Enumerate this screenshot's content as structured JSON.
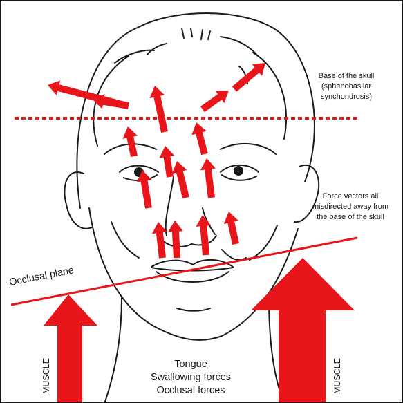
{
  "labels": {
    "skull_base": [
      "Base of the skull",
      "(sphenobasilar",
      "synchondrosis)"
    ],
    "force_vectors": [
      "Force vectors all",
      "misdirected away from",
      "the base of the skull"
    ],
    "occlusal_plane": "Occlusal plane",
    "forces": [
      "Tongue",
      "Swallowing forces",
      "Occlusal forces"
    ],
    "muscle_left": "MUSCLE",
    "muscle_right": "MUSCLE"
  },
  "colors": {
    "arrow": "#e8151b",
    "line_art": "#1a1a1a",
    "background": "#ffffff"
  },
  "icons": {
    "face": "face-line-drawing",
    "arrows": "red-force-arrow"
  }
}
